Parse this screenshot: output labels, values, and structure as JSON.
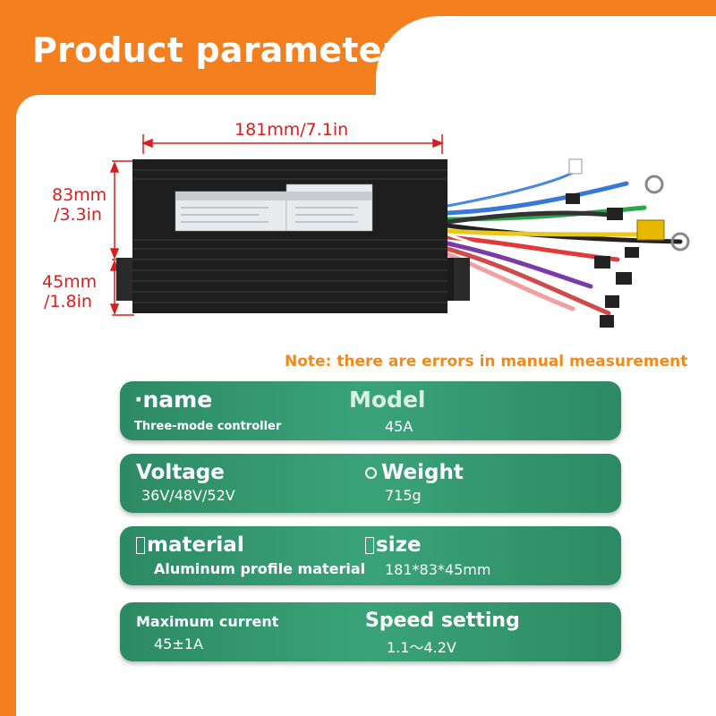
{
  "title": "Product parameters",
  "dimensions": {
    "length": "181mm/7.1in",
    "height_a_line1": "83mm",
    "height_a_line2": "/3.3in",
    "height_b_line1": "45mm",
    "height_b_line2": "/1.8in"
  },
  "note": "Note: there are errors in manual measurement",
  "params": [
    {
      "left_label": "·name",
      "left_value": "Three-mode controller",
      "right_label": "Model",
      "right_value": "45A"
    },
    {
      "left_label": "Voltage",
      "left_value": "36V/48V/52V",
      "right_label": "Weight",
      "right_value": "715g"
    },
    {
      "left_label": "material",
      "left_value": "Aluminum profile material",
      "right_label": "size",
      "right_value": "181*83*45mm"
    },
    {
      "left_label": "Maximum current",
      "left_value": "45±1A",
      "right_label": "Speed setting",
      "right_value": "1.1～4.2V"
    }
  ],
  "colors": {
    "orange": "#f47f1e",
    "card_green": "#3aa37a",
    "dimension_red": "#d81e1e",
    "note_orange": "#f08a1c"
  }
}
